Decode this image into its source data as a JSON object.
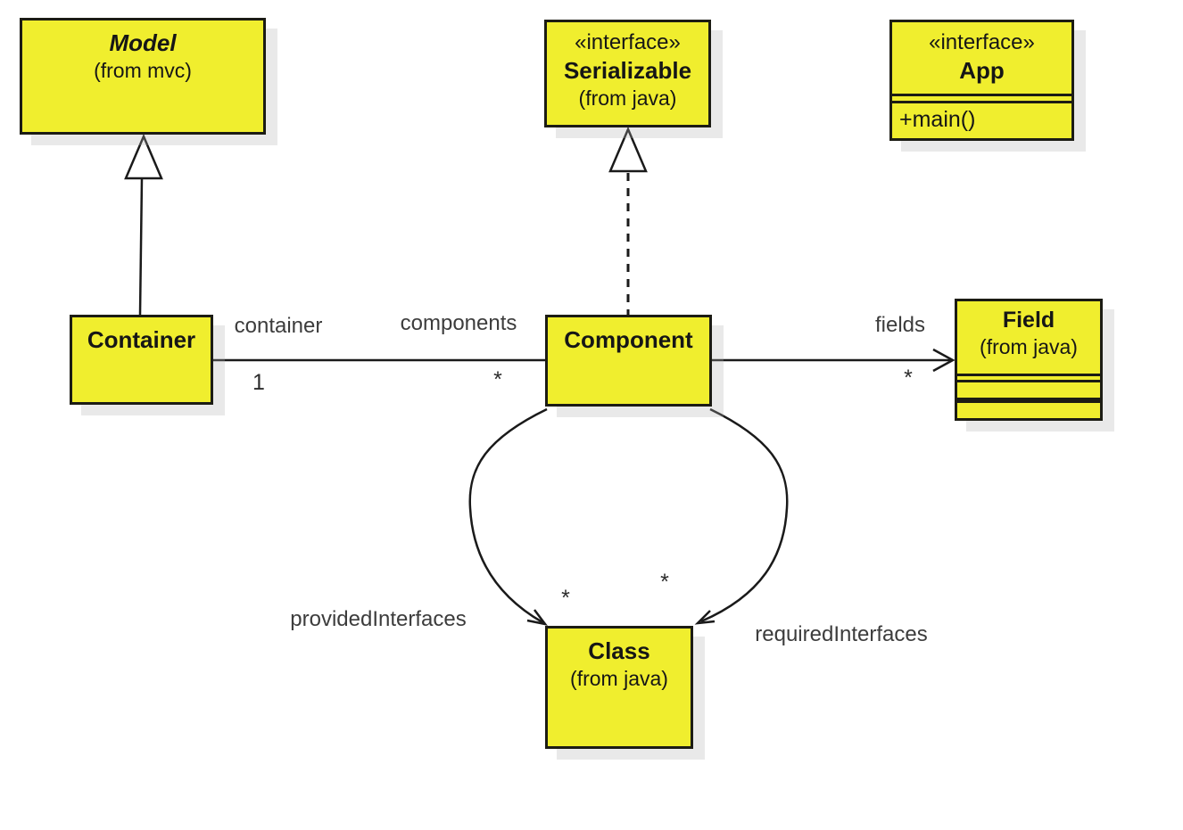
{
  "diagram": {
    "kind": "uml-class-diagram",
    "colors": {
      "node_fill": "#f0ee2e",
      "node_border": "#1c1c14",
      "edge_stroke": "#1a1a1a",
      "label_text": "#3c3c3c",
      "background": "#ffffff"
    },
    "nodes": {
      "model": {
        "name": "Model",
        "origin": "(from mvc)"
      },
      "serializable": {
        "stereotype": "«interface»",
        "name": "Serializable",
        "origin": "(from java)"
      },
      "app": {
        "stereotype": "«interface»",
        "name": "App",
        "operations": [
          "+main()"
        ]
      },
      "container": {
        "name": "Container"
      },
      "component": {
        "name": "Component"
      },
      "field": {
        "name": "Field",
        "origin": "(from java)"
      },
      "class": {
        "name": "Class",
        "origin": "(from java)"
      }
    },
    "edge_labels": {
      "container_role": "container",
      "container_multiplicity": "1",
      "components_role": "components",
      "components_multiplicity": "*",
      "fields_role": "fields",
      "fields_multiplicity": "*",
      "provided_role": "providedInterfaces",
      "provided_multiplicity": "*",
      "required_role": "requiredInterfaces",
      "required_multiplicity": "*"
    }
  }
}
